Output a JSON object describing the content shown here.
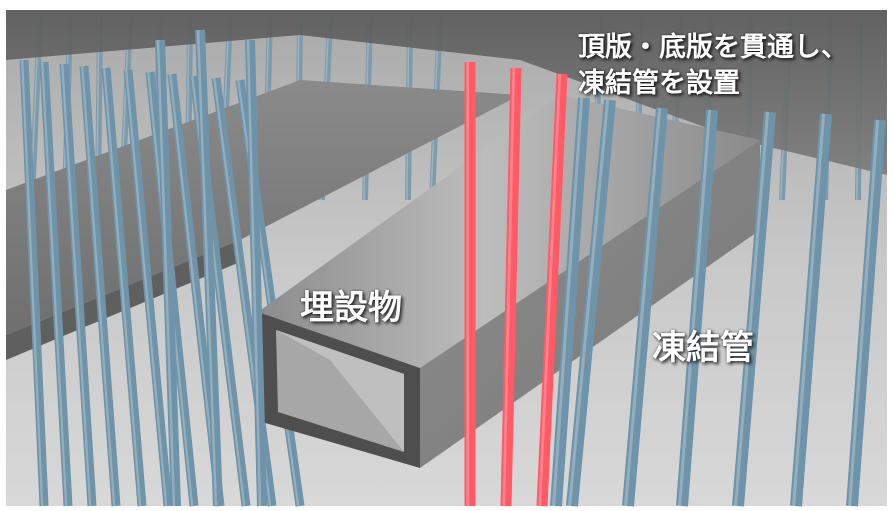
{
  "labels": {
    "penetration_line1": "頂版・底版を貫通し、",
    "penetration_line2": "凍結管を設置",
    "buried_object": "埋設物",
    "freeze_pipe": "凍結管"
  },
  "colors": {
    "pipe_blue": "#6f93a8",
    "pipe_red": "#ff5a66",
    "concrete_gray": "#9a9a9a",
    "slab_dark": "#6b6b6b",
    "ground": "#c9c9c9",
    "label_text": "#ffffff"
  }
}
